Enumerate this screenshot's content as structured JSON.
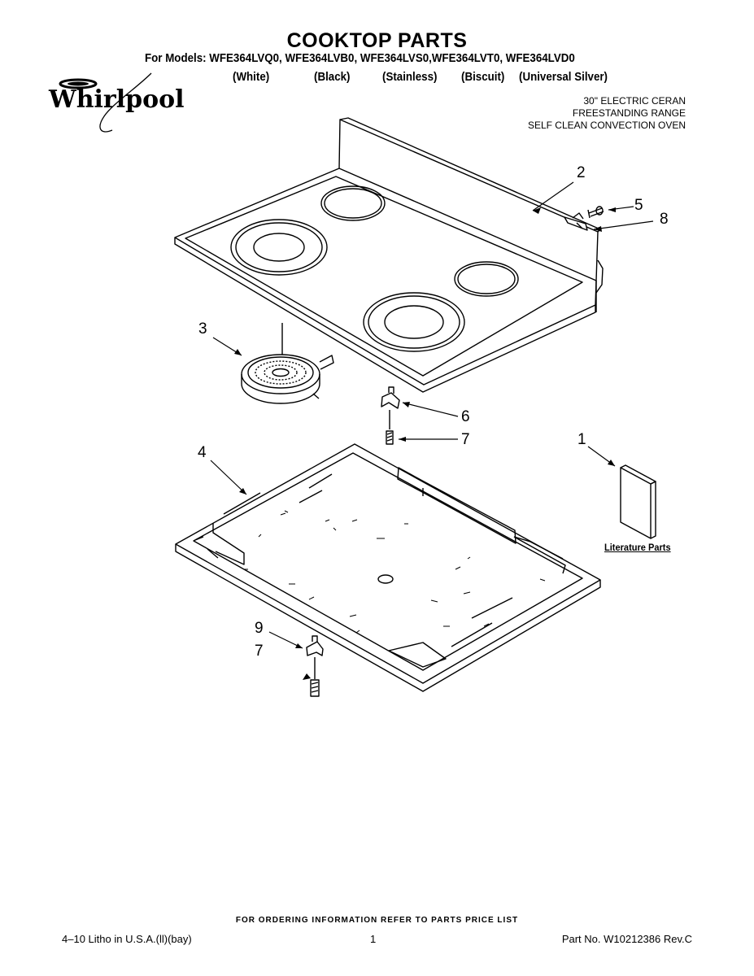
{
  "header": {
    "title": "COOKTOP PARTS",
    "models_line": "For Models: WFE364LVQ0, WFE364LVB0, WFE364LVS0,WFE364LVT0, WFE364LVD0",
    "variants": [
      "(White)",
      "(Black)",
      "(Stainless)",
      "(Biscuit)",
      "(Universal Silver)"
    ],
    "brand": "Whirlpool",
    "description": [
      "30\" ELECTRIC CERAN",
      "FREESTANDING RANGE",
      "SELF CLEAN CONVECTION OVEN"
    ]
  },
  "diagram": {
    "callouts": {
      "c1": "1",
      "c2": "2",
      "c3": "3",
      "c4": "4",
      "c5": "5",
      "c6": "6",
      "c7a": "7",
      "c7b": "7",
      "c8": "8",
      "c9": "9"
    },
    "literature_label": "Literature Parts"
  },
  "footer": {
    "ordering_note": "FOR ORDERING INFORMATION REFER TO PARTS PRICE LIST",
    "left": "4–10 Litho in U.S.A.(ll)(bay)",
    "page_number": "1",
    "right": "Part No. W10212386 Rev.C"
  }
}
